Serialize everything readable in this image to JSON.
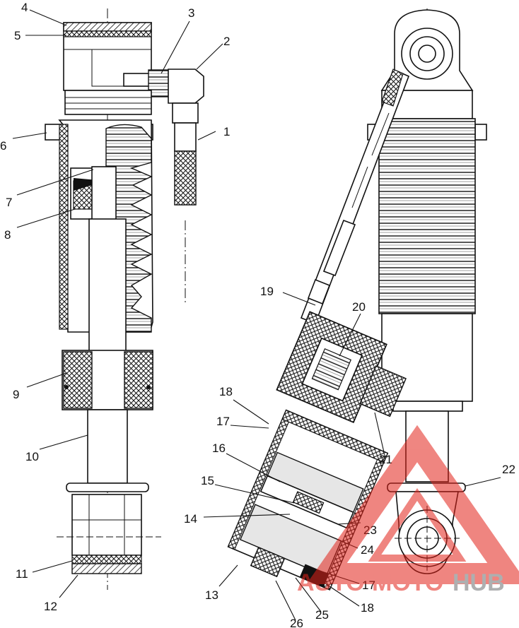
{
  "callouts": [
    "1",
    "2",
    "3",
    "4",
    "5",
    "6",
    "7",
    "8",
    "9",
    "10",
    "11",
    "12",
    "13",
    "14",
    "15",
    "16",
    "17",
    "18",
    "19",
    "20",
    "21",
    "22",
    "23",
    "24",
    "25",
    "26",
    "17",
    "18"
  ],
  "watermark": {
    "part1": "AUTO",
    "part2": "MOTO",
    "part3": "HUB",
    "color_red": "#e2231a",
    "color_gray": "#6d6e71",
    "opacity": 0.55
  }
}
